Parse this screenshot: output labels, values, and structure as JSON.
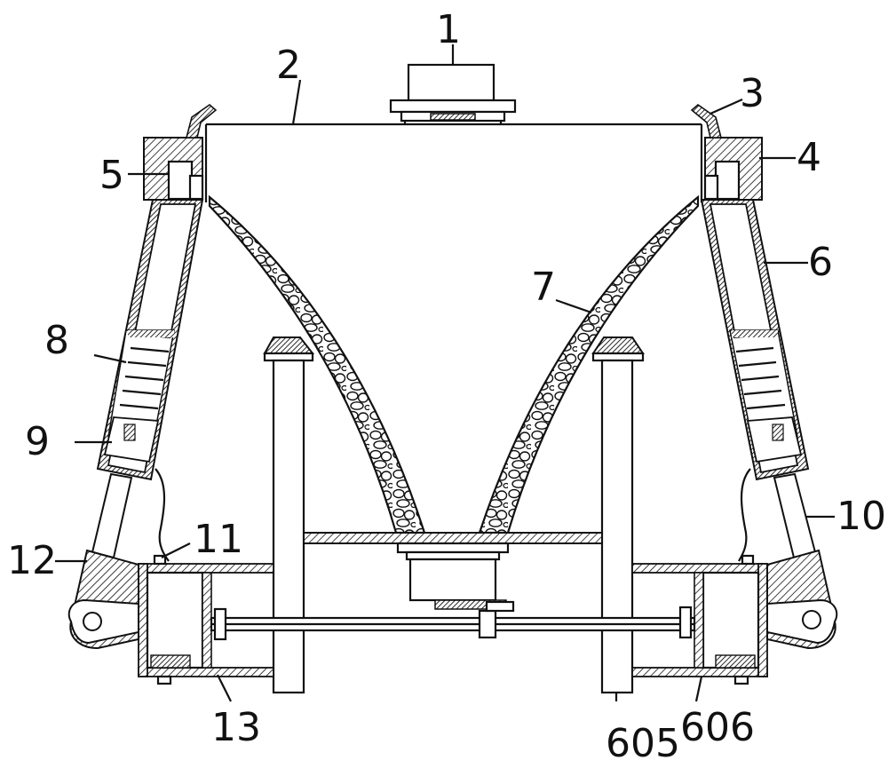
{
  "diagram": {
    "type": "patent mechanical drawing",
    "colors": {
      "line": "#111111",
      "background": "#ffffff"
    },
    "labels": [
      {
        "id": "l1",
        "text": "1"
      },
      {
        "id": "l2",
        "text": "2"
      },
      {
        "id": "l3",
        "text": "3"
      },
      {
        "id": "l4",
        "text": "4"
      },
      {
        "id": "l5",
        "text": "5"
      },
      {
        "id": "l6",
        "text": "6"
      },
      {
        "id": "l7",
        "text": "7"
      },
      {
        "id": "l8",
        "text": "8"
      },
      {
        "id": "l9",
        "text": "9"
      },
      {
        "id": "l10",
        "text": "10"
      },
      {
        "id": "l11",
        "text": "11"
      },
      {
        "id": "l12",
        "text": "12"
      },
      {
        "id": "l13",
        "text": "13"
      },
      {
        "id": "l605",
        "text": "605"
      },
      {
        "id": "l606",
        "text": "606"
      }
    ]
  }
}
